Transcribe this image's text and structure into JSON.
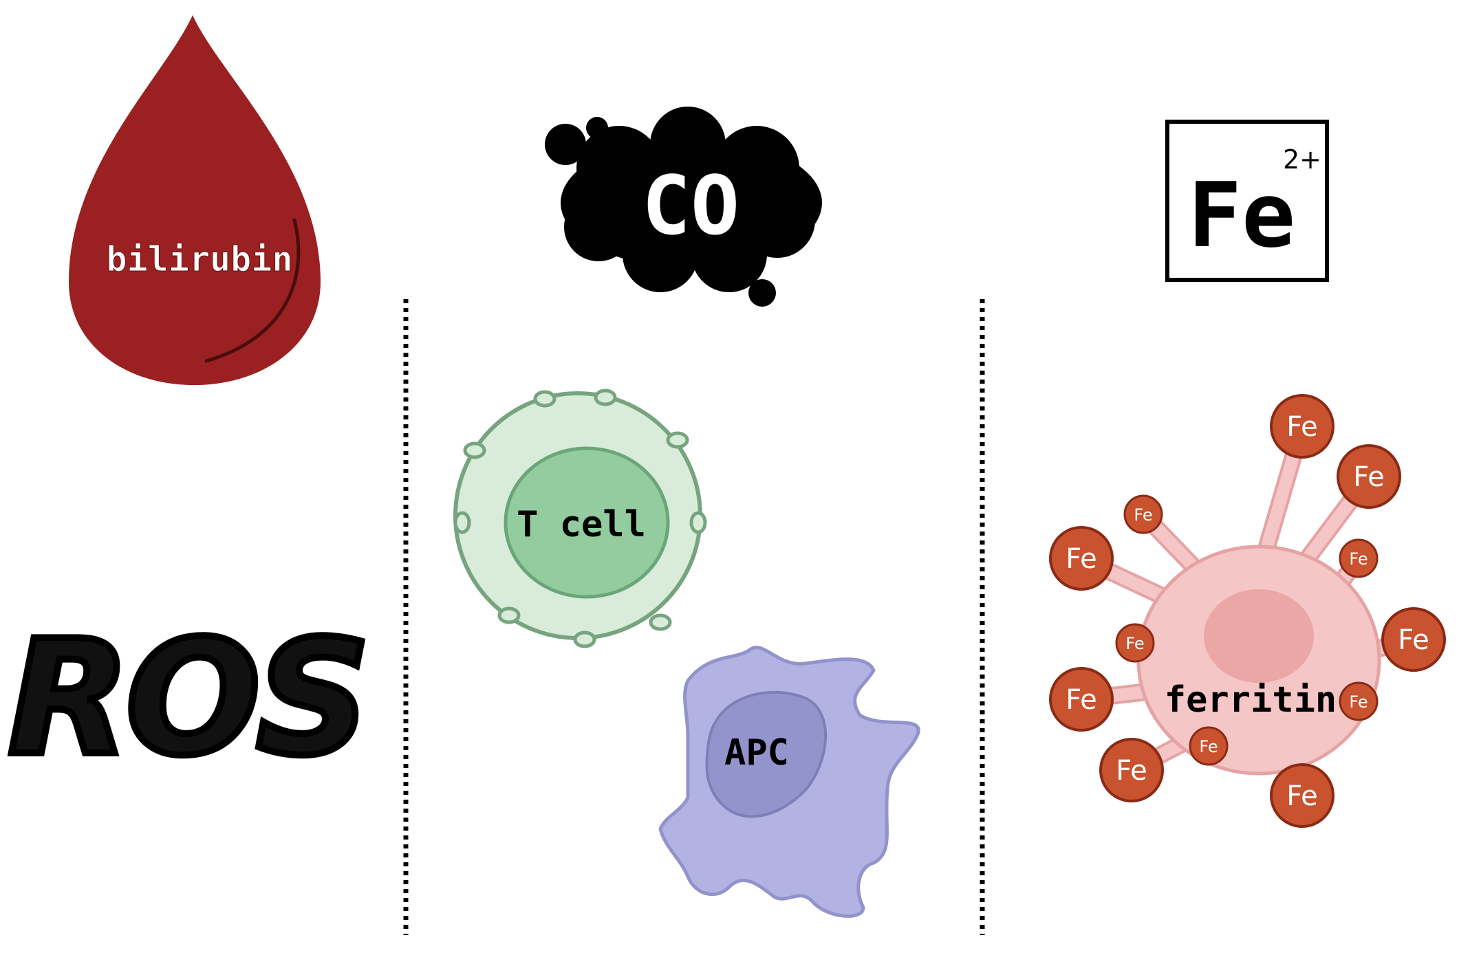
{
  "labels": {
    "bilirubin": "bilirubin",
    "co": "CO",
    "fe_symbol": "Fe",
    "fe_charge": "2+",
    "ros": "ROS",
    "t_cell": "T cell",
    "apc": "APC",
    "ferritin": "ferritin",
    "fe_atom": "Fe"
  },
  "colors": {
    "blood_drop": "#9b2021",
    "co_cloud": "#000000",
    "t_cell_outer": "#d8ecd9",
    "t_cell_nucleus": "#92cc9f",
    "apc_body": "#b3b3e3",
    "apc_nucleus": "#9494cc",
    "ferritin_body": "#f5c6c6",
    "ferritin_nucleus": "#eba6a6",
    "fe_atom": "#c9522f",
    "divider": "#000000"
  },
  "icons": [
    "blood-drop-icon",
    "smoke-cloud-icon",
    "element-box-icon",
    "t-cell-icon",
    "apc-cell-icon",
    "ferritin-cell-icon"
  ]
}
